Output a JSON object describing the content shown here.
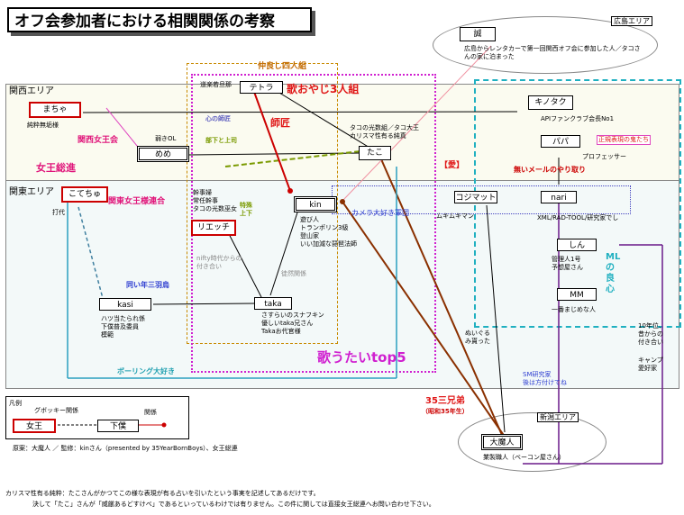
{
  "title": "オフ会参加者における相関関係の考察",
  "areas": {
    "hiroshima": "広島エリア",
    "kansai": "関西エリア",
    "kanto": "関東エリア",
    "niigata": "新潟エリア"
  },
  "groups": {
    "nakayoshi": "仲良し四人組",
    "utaoyaji": "歌おやじ3人組",
    "top5": "歌うたいtop5",
    "camera": "カメラ大好き軍団",
    "bowling": "ボーリング大好き",
    "kansai_joou": "関西女王会",
    "kanto_joou": "関東女王様連合",
    "joou_soshin": "女王総進",
    "onaidoshi": "同い年三羽烏",
    "shisyo": "師匠",
    "kokoro": "心の師匠",
    "buka": "部下と上司",
    "tokui": "特殊上下",
    "ai": "【愛】",
    "fuki": "無いメールのやり取り",
    "seiki": "正規表現の鬼たち",
    "ryoshin": "ML の良心"
  },
  "nodes": {
    "makotoyan": "誠",
    "machan": "まちゃ",
    "meme": "めめ",
    "kotechu": "こてちゅ",
    "riecchi": "リエッチ",
    "kasi": "kasi",
    "tetora": "テトラ",
    "kin": "kin",
    "tako": "たこ",
    "taka": "taka",
    "kinotaku": "キノタク",
    "papa": "パパ",
    "kojimatto": "コジマット",
    "nari": "nari",
    "shin": "しん",
    "mm": "MM",
    "daimajin": "大魔人"
  },
  "notes": {
    "makotoyan": "広島からレンタカーで第一回関西オフ会に参加した人／タコさんの家に泊まった",
    "machan": "純粋無垢様",
    "meme": "弱きOL",
    "tetora": "道楽若旦那",
    "riecchi_1": "幹事婦",
    "riecchi_2": "常任幹事",
    "riecchi_3": "タコの光数巫女",
    "tako": "タコの光数組／タコ大王\nカリスマ性有る純真",
    "kin": "遊び人\nトランポリン3級\n登山家\nいい加減な琵琶法師",
    "kinotaku_1": "APIファンクラブ会長No1",
    "papa": "プロフェッサー",
    "kojimatto": "ムキムキマン",
    "nari": "XML/RAD-TOOL/研究家でし",
    "shin": "管理人1号\n予想屋さん",
    "mm": "一番まじめな人",
    "kasi": "ハツ当たられ係\n下僕普及委員\n模範",
    "taka": "さすらいのスナフキン\n優しいtaka兄さん\nTakaお代官様",
    "nifty": "nifty時代からの付き合い",
    "tokeikyo": "徒然関係",
    "nuigurumi": "ぬいぐるみ貰った",
    "sm": "SM研究家\n後は方付けてね",
    "ten": "10年位、\n昔からの\n付き合い",
    "camp": "キャンプ\n愛好家",
    "daimajin": "業製職人（ベーコン屋さん）",
    "sanjugo": "35三兄弟",
    "showa": "（昭和35年生）",
    "tsubame": "打代"
  },
  "legend": {
    "title": "凡例",
    "gubokki": "グボッキー関係",
    "joou": "女王",
    "geboku": "下僕",
    "kankei": "関係"
  },
  "credits": "原案：大魔人 ／ 監修：kinさん（presented by 35YearBornBoys）、女王総連",
  "footer_1": "カリスマ性有る純粋：たこさんがかつてこの様な表現が有る占いを引いたという事実を記述してあるだけです。",
  "footer_2": "決して「たこ」さんが「威厳あるどすけべ」であるといっているわけでは有りません。この件に関しては直接女王総連へお問い合わせ下さい。"
}
